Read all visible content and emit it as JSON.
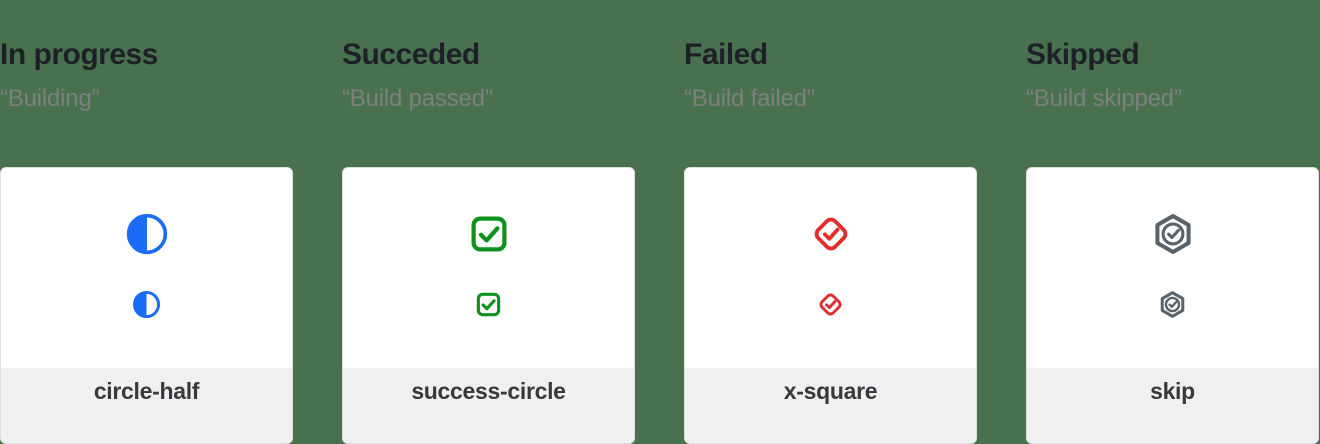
{
  "page": {
    "description": "Build status icon style guide with four status columns"
  },
  "colors": {
    "background": "#497150",
    "heading": "#1d2125",
    "subtitle": "#7c817d",
    "card_background": "#ffffff",
    "card_border": "#dfe0e0",
    "footer_background": "#f0f0f0",
    "footer_label": "#37393c",
    "blue": "#1a6bf5",
    "green": "#0e921e",
    "red": "#e12d2d",
    "slate": "#596169"
  },
  "columns": [
    {
      "title": "In progress",
      "subtitle": "“Building”",
      "icon": "circle-half-icon",
      "icon_color": "#1a6bf5",
      "icon_label": "circle-half"
    },
    {
      "title": "Succeded",
      "subtitle": "“Build passed”",
      "icon": "success-circle-icon",
      "icon_color": "#0e921e",
      "icon_label": "success-circle"
    },
    {
      "title": "Failed",
      "subtitle": "“Build failed”",
      "icon": "x-square-icon",
      "icon_color": "#e12d2d",
      "icon_label": "x-square"
    },
    {
      "title": "Skipped",
      "subtitle": "“Build skipped”",
      "icon": "skip-icon",
      "icon_color": "#596169",
      "icon_label": "skip"
    }
  ]
}
